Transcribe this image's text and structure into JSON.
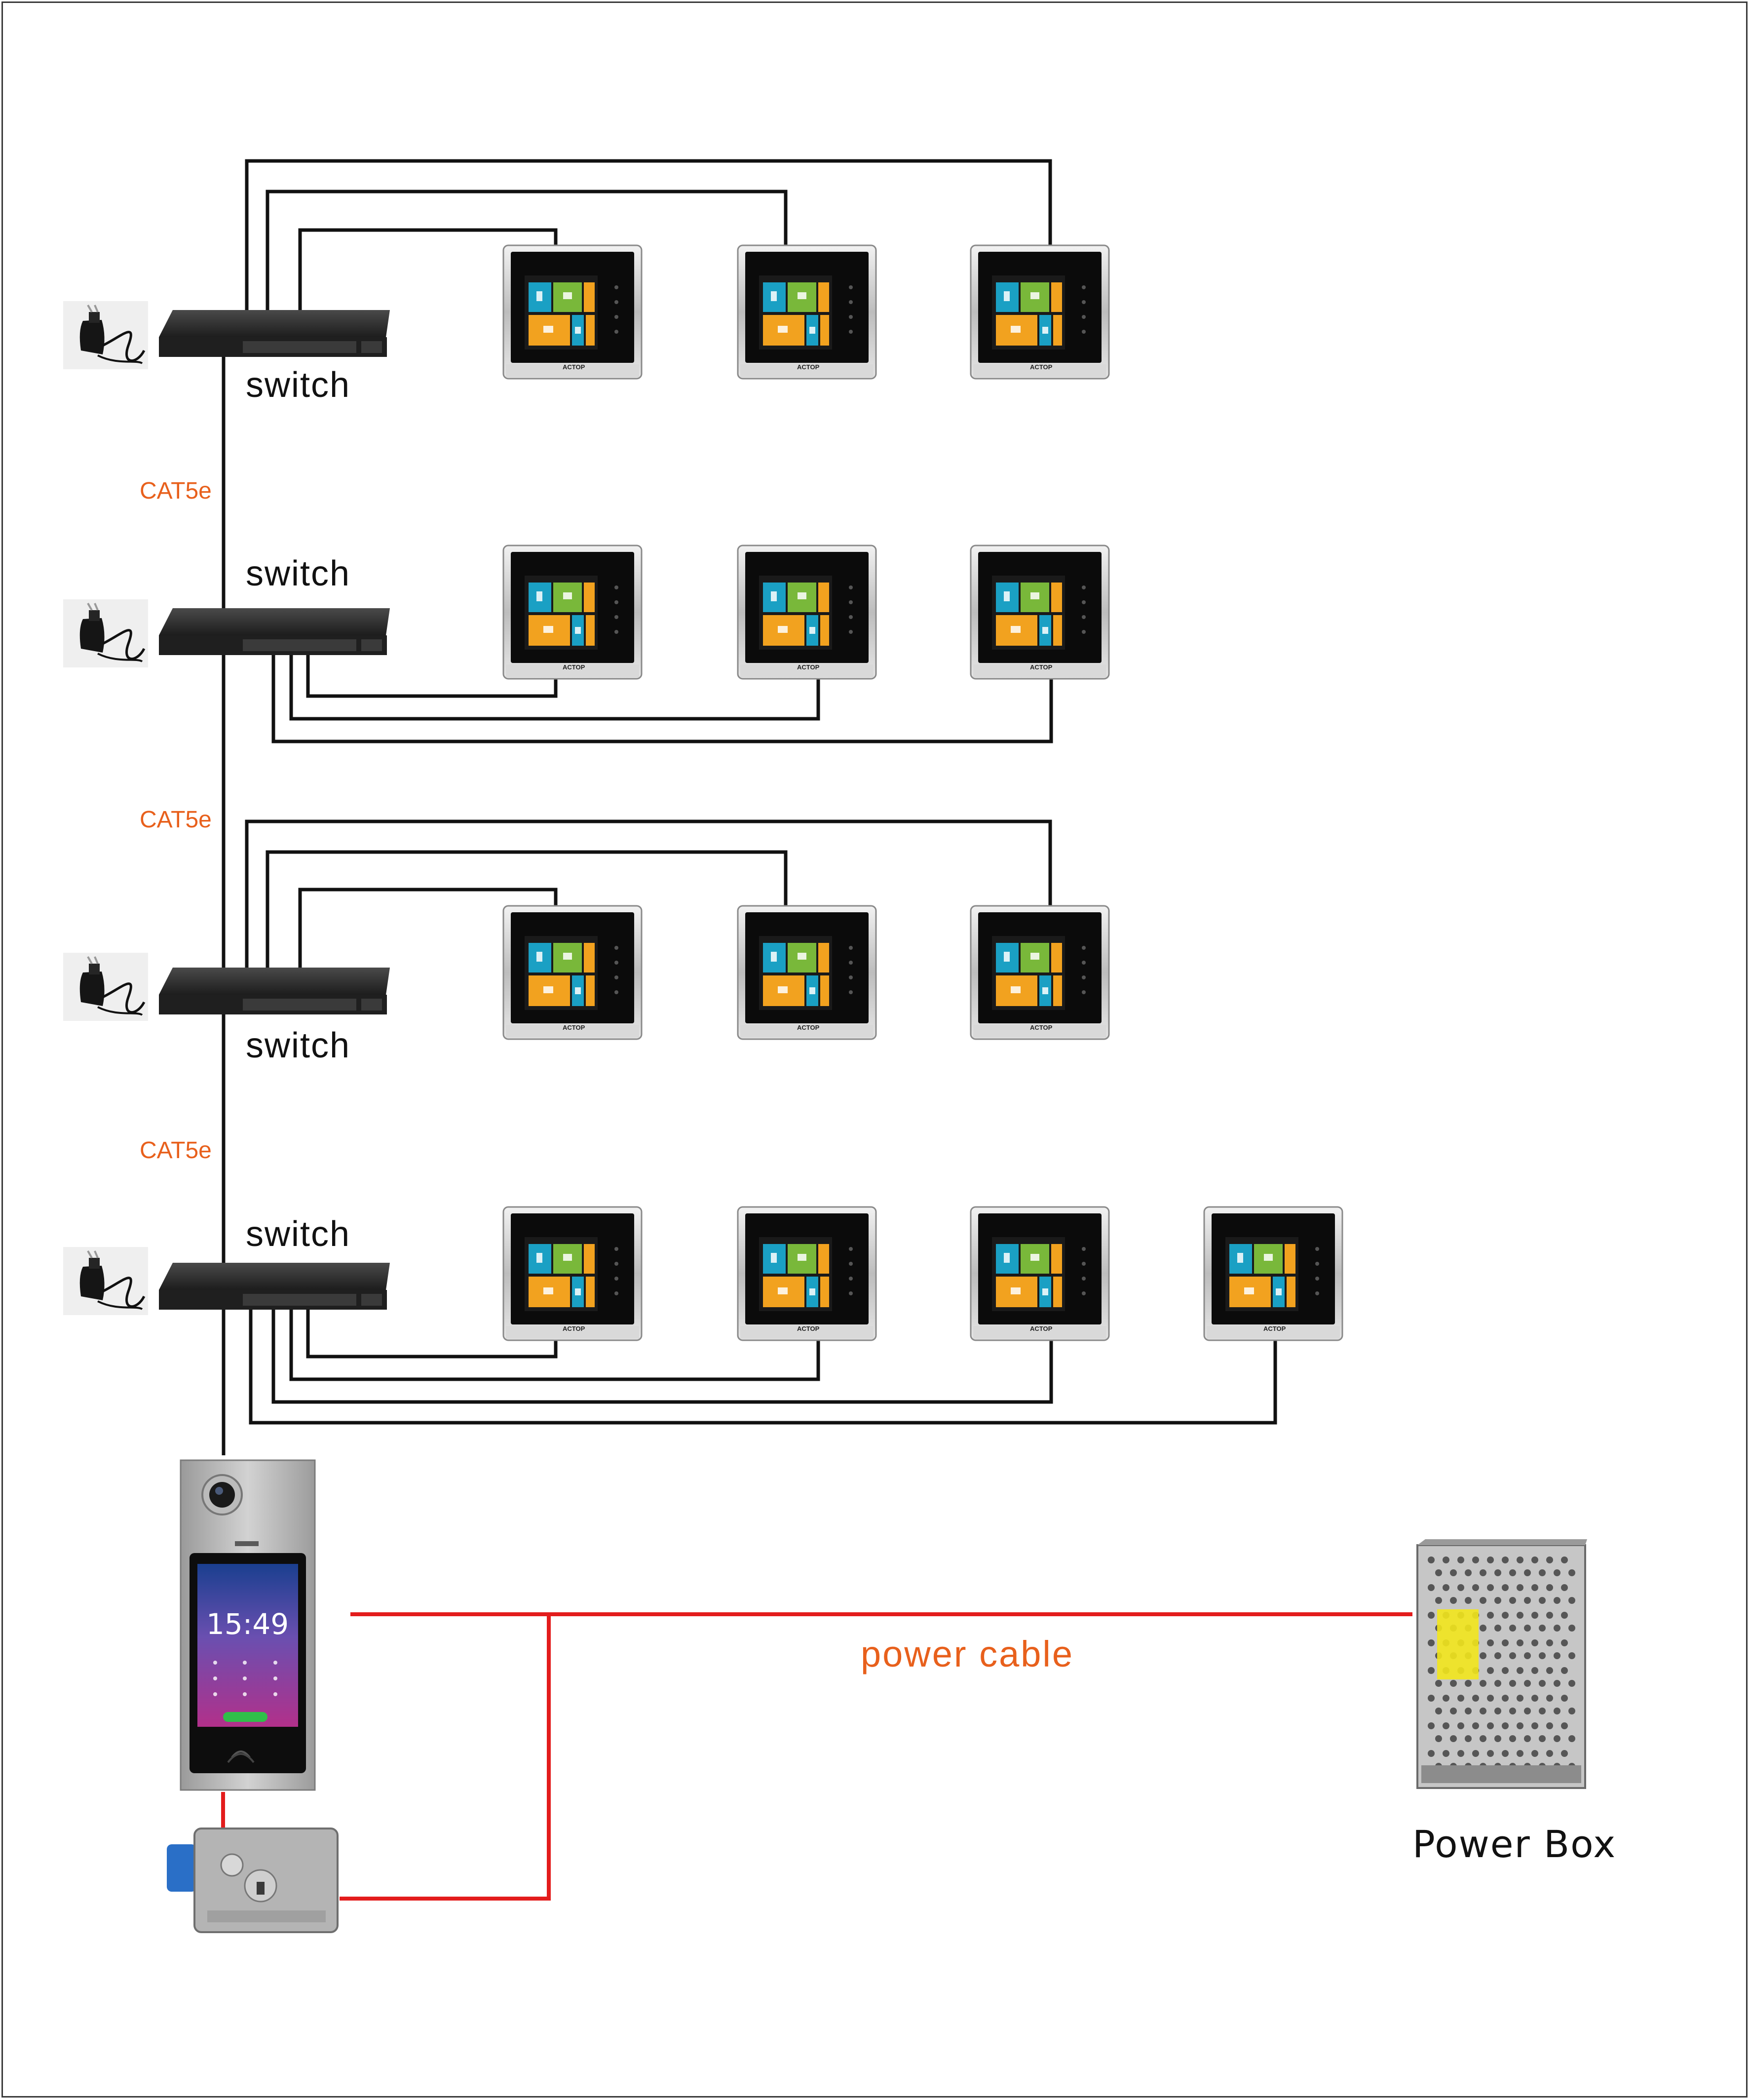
{
  "labels": {
    "switch": "switch",
    "cable": "CAT5e",
    "power_cable": "power cable",
    "power_box": "Power Box",
    "monitor_brand": "ACTOP",
    "panel_clock": "15:49"
  },
  "rows": [
    {
      "switch_label": "switch",
      "label_position": "below",
      "monitors": 3,
      "cable_to_next": "CAT5e"
    },
    {
      "switch_label": "switch",
      "label_position": "above",
      "monitors": 3,
      "cable_to_next": "CAT5e"
    },
    {
      "switch_label": "switch",
      "label_position": "below",
      "monitors": 3,
      "cable_to_next": "CAT5e"
    },
    {
      "switch_label": "switch",
      "label_position": "above",
      "monitors": 4
    }
  ],
  "colors": {
    "network_cable": "#111111",
    "power_cable": "#e31c1c",
    "label_orange": "#e8601c",
    "switch_body": "#2a2a2a"
  },
  "icons": [
    "power-adapter-icon",
    "network-switch-icon",
    "indoor-monitor-icon",
    "door-station-icon",
    "electric-lock-icon",
    "power-supply-icon"
  ]
}
